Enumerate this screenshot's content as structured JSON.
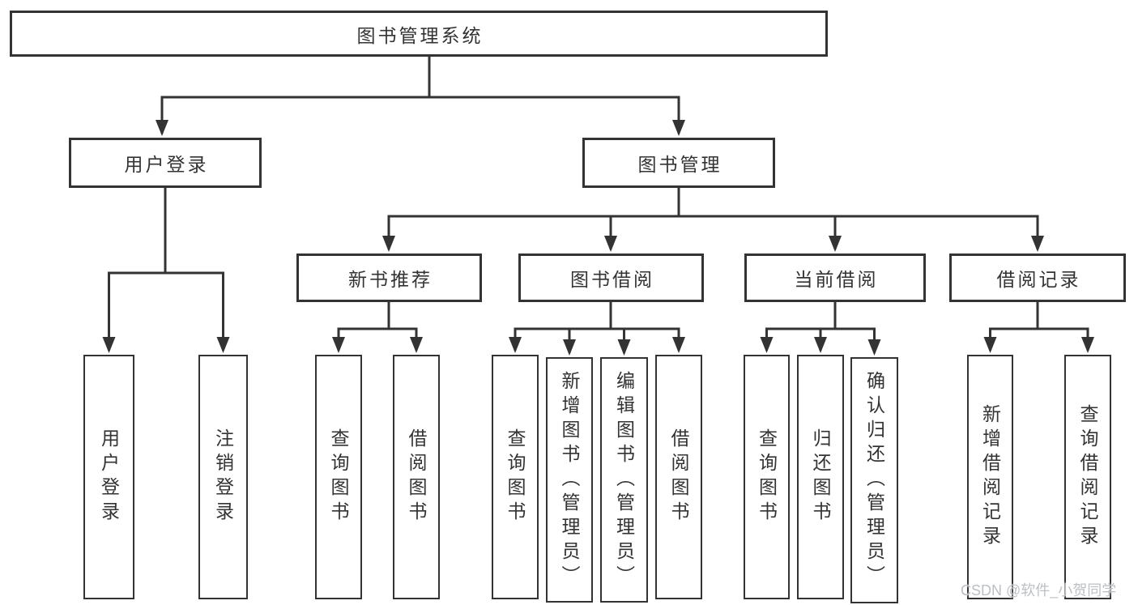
{
  "diagram": {
    "title": "图书管理系统",
    "colors": {
      "line": "#333333",
      "text": "#333333",
      "box_fill": "#ffffff",
      "watermark_text": "#bcc0c4"
    },
    "tree": {
      "root": {
        "label": "图书管理系统",
        "children": [
          {
            "label": "用户登录",
            "children": [
              {
                "label": "用户登录"
              },
              {
                "label": "注销登录"
              }
            ]
          },
          {
            "label": "图书管理",
            "children": [
              {
                "label": "新书推荐",
                "children": [
                  {
                    "label": "查询图书"
                  },
                  {
                    "label": "借阅图书"
                  }
                ]
              },
              {
                "label": "图书借阅",
                "children": [
                  {
                    "label": "查询图书"
                  },
                  {
                    "label": "新增图书（管理员）"
                  },
                  {
                    "label": "编辑图书（管理员）"
                  },
                  {
                    "label": "借阅图书"
                  }
                ]
              },
              {
                "label": "当前借阅",
                "children": [
                  {
                    "label": "查询图书"
                  },
                  {
                    "label": "归还图书"
                  },
                  {
                    "label": "确认归还（管理员）"
                  }
                ]
              },
              {
                "label": "借阅记录",
                "children": [
                  {
                    "label": "新增借阅记录"
                  },
                  {
                    "label": "查询借阅记录"
                  }
                ]
              }
            ]
          }
        ]
      }
    }
  },
  "watermark": {
    "text": "CSDN @软件_小贺同学"
  }
}
